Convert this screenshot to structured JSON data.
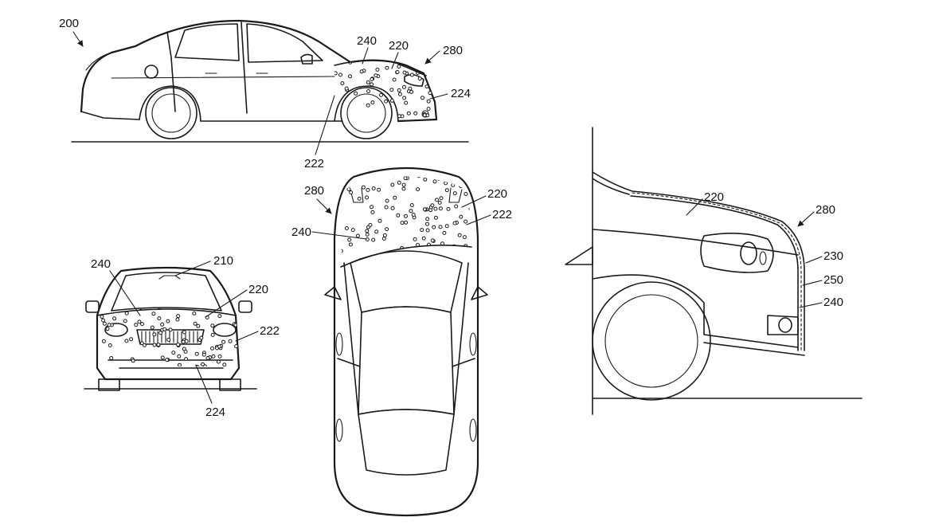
{
  "figure": {
    "labels": {
      "side_view": "200",
      "arrow_view": "280",
      "adhesive": "240",
      "hood_layer": "220",
      "fender": "222",
      "bumper": "224",
      "windshield": "210",
      "layer_230": "230",
      "layer_250": "250"
    }
  },
  "colors": {
    "ink": "#1a1a1a",
    "paper": "#ffffff"
  }
}
